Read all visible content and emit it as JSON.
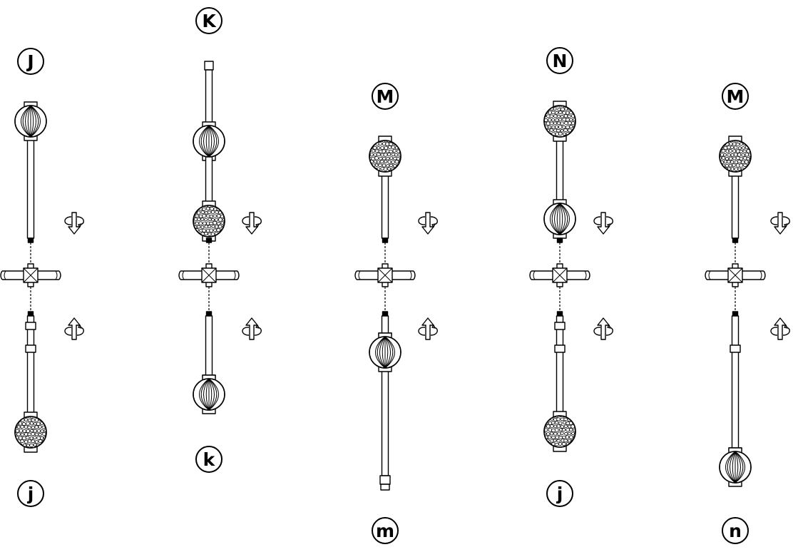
{
  "assemblies": [
    {
      "top_label": "J",
      "bottom_label": "j",
      "top_ball": "ribbed",
      "bottom_ball": "pebbled"
    },
    {
      "top_label": "K",
      "bottom_label": "k",
      "top_ball": "ribbed",
      "bottom_ball": "ribbed"
    },
    {
      "top_label": "M",
      "bottom_label": "m",
      "top_ball": "pebbled",
      "bottom_ball": "ribbed"
    },
    {
      "top_label": "N",
      "bottom_label": "j",
      "top_ball": "pebbled",
      "bottom_ball": "pebbled"
    },
    {
      "top_label": "M",
      "bottom_label": "n",
      "top_ball": "pebbled",
      "bottom_ball": "ribbed"
    }
  ],
  "colors": {
    "stroke": "#000000",
    "fill": "#ffffff"
  },
  "icons": {
    "unscrew": "rotate-arrow-down-icon",
    "screw": "rotate-arrow-up-icon",
    "connector": "cross-connector-icon"
  }
}
